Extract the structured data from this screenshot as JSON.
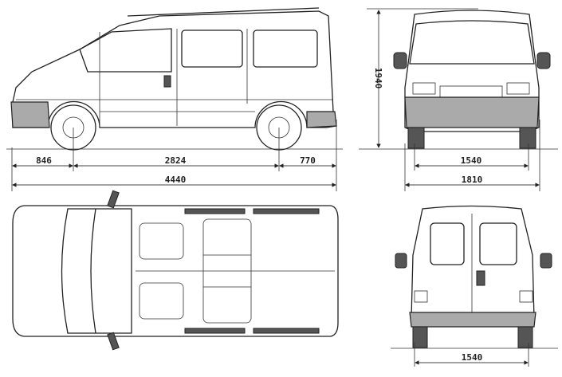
{
  "dimensions": {
    "front_overhang": "846",
    "wheelbase": "2824",
    "rear_overhang": "770",
    "overall_length": "4440",
    "height": "1940",
    "front_track": "1540",
    "overall_width": "1810",
    "rear_track": "1540"
  },
  "colors": {
    "line": "#222222",
    "bumper": "#aaaaaa"
  }
}
